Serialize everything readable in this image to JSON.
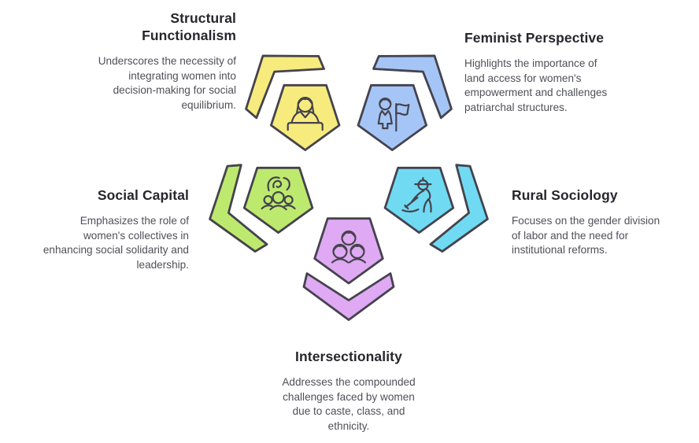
{
  "diagram": {
    "background": "#FFFFFF",
    "outline_color": "#45434D",
    "title_color": "#26262C",
    "body_color": "#4F5058",
    "units": [
      {
        "id": "structural-functionalism",
        "title": "Structural\nFunctionalism",
        "description": "Underscores the necessity of\nintegrating women into\ndecision-making for social\nequilibrium.",
        "color": "#F7EB7D",
        "icon": "woman-at-desk-icon"
      },
      {
        "id": "feminist-perspective",
        "title": "Feminist Perspective",
        "description": "Highlights the importance of\nland access for women's\nempowerment and challenges\npatriarchal structures.",
        "color": "#A5C5F7",
        "icon": "woman-with-flag-icon"
      },
      {
        "id": "social-capital",
        "title": "Social Capital",
        "description": "Emphasizes the role of\nwomen's collectives in\nenhancing social solidarity and\nleadership.",
        "color": "#BDEA6E",
        "icon": "hand-over-group-icon"
      },
      {
        "id": "rural-sociology",
        "title": "Rural Sociology",
        "description": "Focuses on the gender division\nof labor and the need for\ninstitutional reforms.",
        "color": "#70DAF3",
        "icon": "farmer-planting-icon"
      },
      {
        "id": "intersectionality",
        "title": "Intersectionality",
        "description": "Addresses the compounded\nchallenges faced by women\ndue to caste, class, and\nethnicity.",
        "color": "#DFA9F3",
        "icon": "three-women-icon"
      }
    ]
  }
}
